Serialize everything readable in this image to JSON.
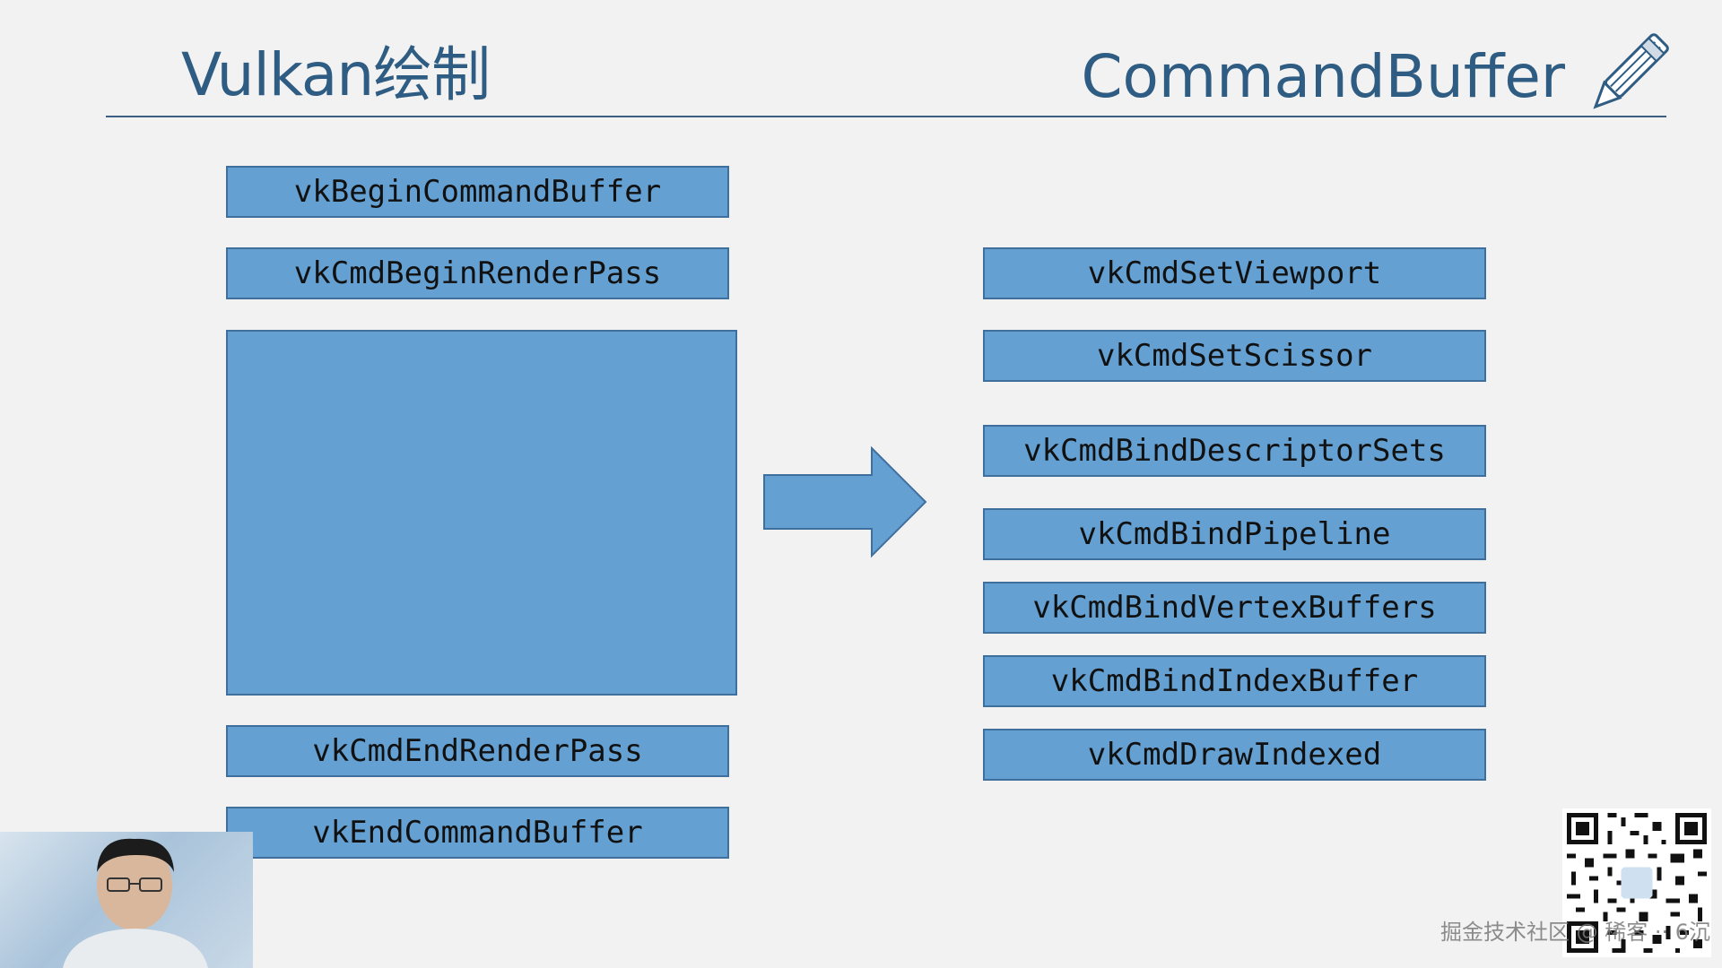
{
  "header": {
    "title_left": "Vulkan绘制",
    "title_right": "CommandBuffer"
  },
  "icons": {
    "pencil": "pencil-icon",
    "arrow": "right-arrow-icon",
    "qr": "qr-code-icon"
  },
  "left_column": {
    "begin_command_buffer": "vkBeginCommandBuffer",
    "begin_render_pass": "vkCmdBeginRenderPass",
    "end_render_pass": "vkCmdEndRenderPass",
    "end_command_buffer": "vkEndCommandBuffer"
  },
  "right_column": {
    "items": [
      "vkCmdSetViewport",
      "vkCmdSetScissor",
      "vkCmdBindDescriptorSets",
      "vkCmdBindPipeline",
      "vkCmdBindVertexBuffers",
      "vkCmdBindIndexBuffer",
      "vkCmdDrawIndexed"
    ]
  },
  "watermark": "掘金技术社区 @ 稀客 ·· 6沉",
  "colors": {
    "box_fill": "#64a0d2",
    "box_border": "#3f6f9c",
    "title": "#2e5c82",
    "background": "#f2f2f2"
  }
}
